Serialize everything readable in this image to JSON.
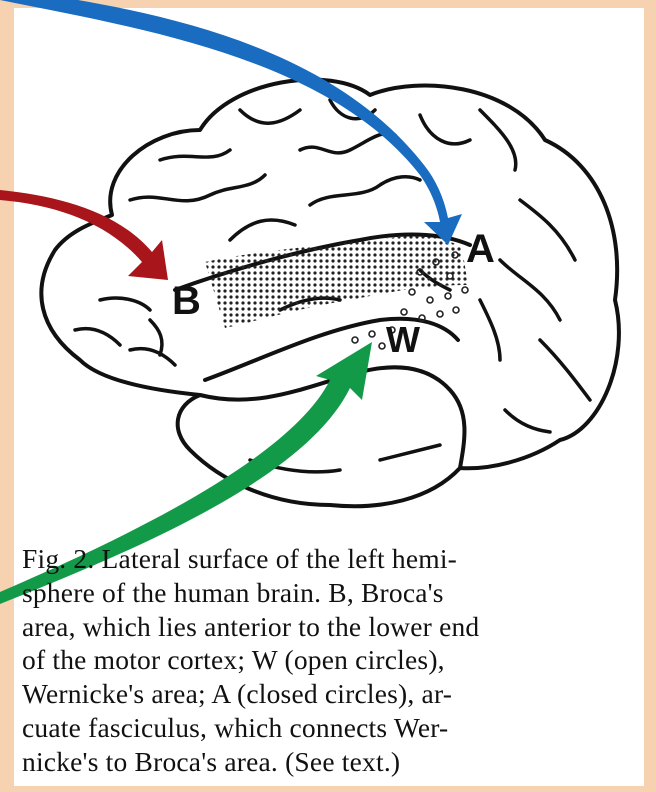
{
  "figure": {
    "labels": {
      "broca": "B",
      "arcuate": "A",
      "wernicke": "W"
    },
    "caption_lines": [
      "Fig. 2. Lateral surface of the left hemi-",
      "sphere of the human brain. B, Broca's",
      "area, which lies anterior to the lower end",
      "of the motor cortex; W (open circles),",
      "Wernicke's area; A (closed circles), ar-",
      "cuate fasciculus, which connects Wer-",
      "nicke's to Broca's area. (See text.)"
    ]
  },
  "colors": {
    "background": "#f7d2b0",
    "panel": "#ffffff",
    "arrow_red": "#a8151b",
    "arrow_blue": "#1a6cc0",
    "arrow_green": "#139a48"
  }
}
